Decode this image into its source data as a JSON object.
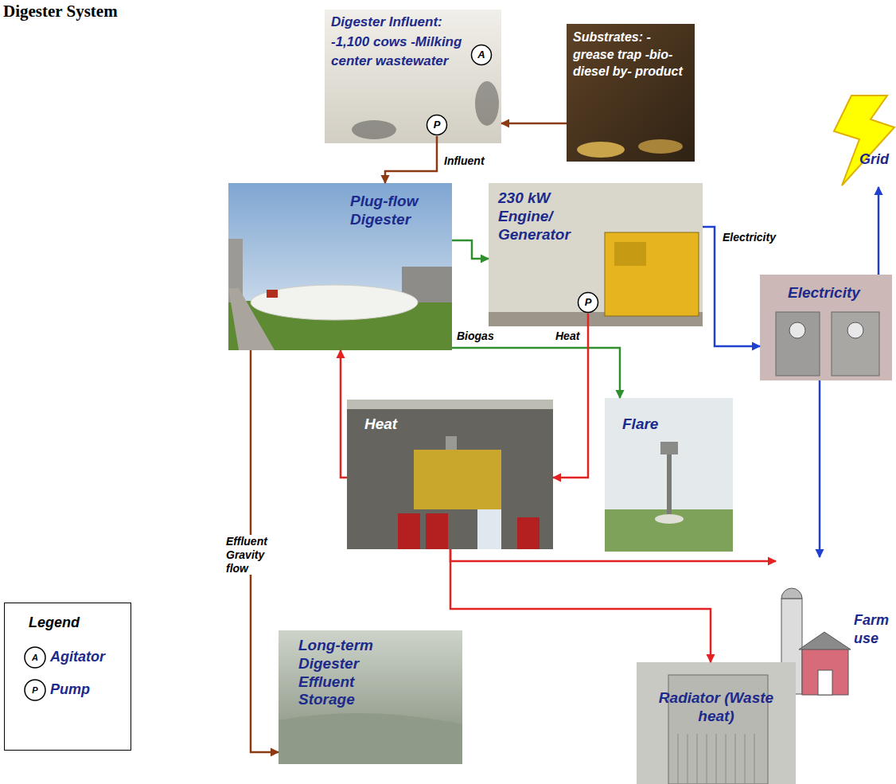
{
  "diagram": {
    "title": "Digester System",
    "nodes": [
      {
        "text": [
          "Digester Influent: -1,100 cows -Milking center wastewater"
        ]
      },
      {
        "text": [
          "A"
        ],
        "in": 0
      },
      {
        "text": [
          "P"
        ],
        "in": 0
      },
      {
        "text": [
          "Substrates: -grease trap -bio-diesel by- product"
        ]
      },
      {
        "text": [
          "Grid"
        ]
      },
      {
        "text": [
          "Plug-flow Digester"
        ]
      },
      {
        "text": [
          "230 kW Engine/ Generator"
        ]
      },
      {
        "text": [
          "P"
        ],
        "in": 6
      },
      {
        "text": [
          "Electricity"
        ]
      },
      {
        "text": [
          "Heat"
        ]
      },
      {
        "text": [
          "Flare"
        ]
      },
      {
        "text": [
          "Farm use"
        ]
      },
      {
        "text": [
          "Long-term Digester Effluent Storage"
        ]
      },
      {
        "text": [
          "Radiator (Waste heat)"
        ]
      }
    ],
    "edges": [
      {
        "from": 3,
        "to": 0,
        "arrow": "to"
      },
      {
        "from": 2,
        "to": 5,
        "label": "Influent",
        "arrow": "to"
      },
      {
        "from": 5,
        "to": 6,
        "arrow": "to"
      },
      {
        "from": 5,
        "to": 10,
        "label": "Biogas",
        "arrow": "to"
      },
      {
        "from": 6,
        "to": 8,
        "label": "Electricity",
        "arrow": "to"
      },
      {
        "from": 8,
        "to": 4,
        "arrow": "to"
      },
      {
        "from": 8,
        "to": 11,
        "arrow": "to"
      },
      {
        "from": 7,
        "to": 9,
        "label": "Heat",
        "arrow": "to"
      },
      {
        "from": 9,
        "to": 5,
        "arrow": "to"
      },
      {
        "from": 9,
        "to": 11,
        "arrow": "to"
      },
      {
        "from": 9,
        "to": 13,
        "arrow": "to"
      },
      {
        "from": 5,
        "to": 12,
        "label": "Effluent Gravity flow",
        "arrow": "to"
      }
    ],
    "labels": [
      "Legend",
      "A",
      "P"
    ],
    "legend": [
      {
        "text": "Agitator"
      },
      {
        "text": "Pump"
      }
    ]
  }
}
